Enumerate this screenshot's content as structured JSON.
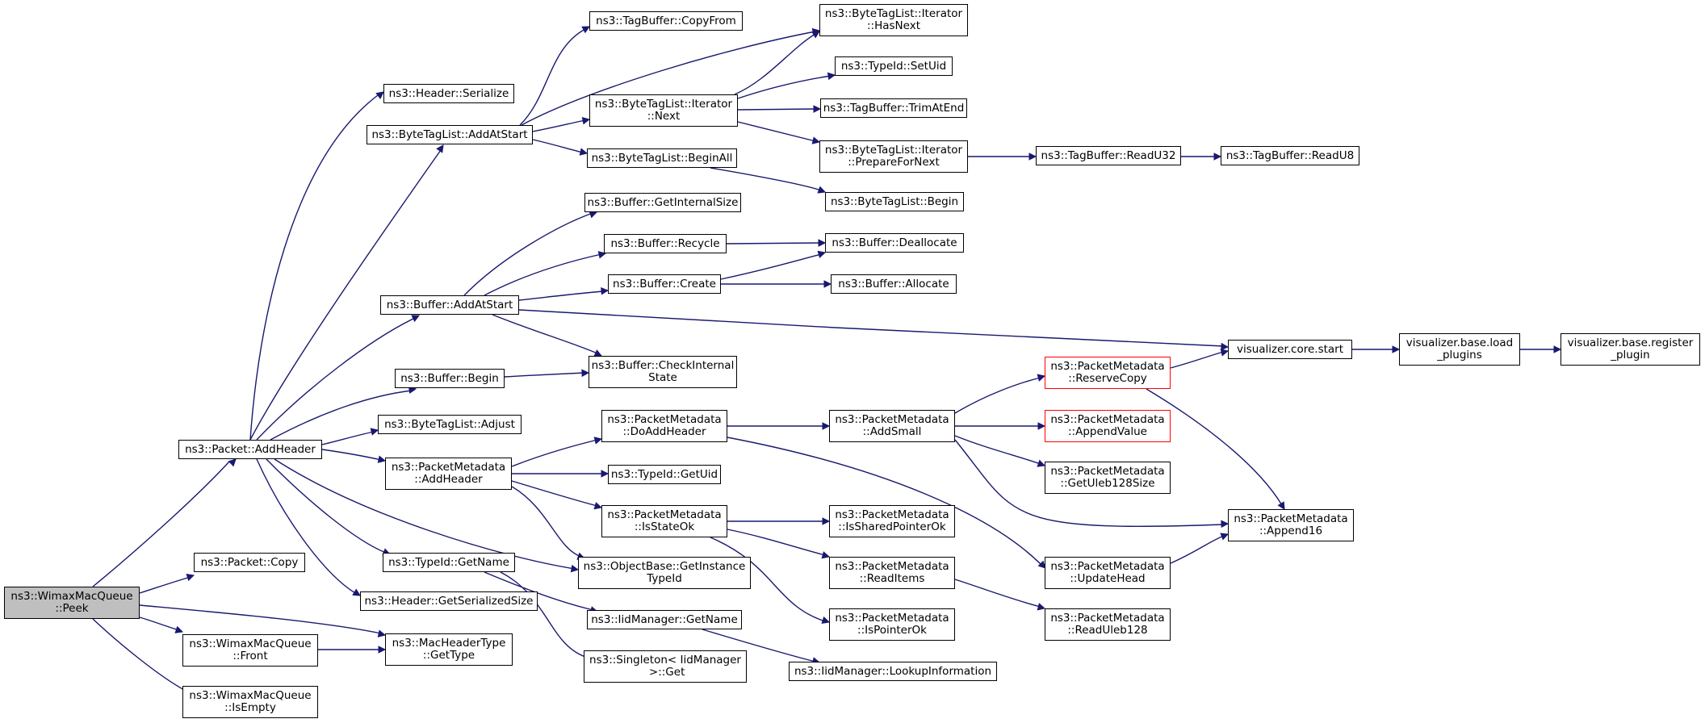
{
  "colors": {
    "edge": "#191970",
    "root_fill": "#bfbfbf",
    "node_border": "#000000",
    "incomplete_border": "#ff0000"
  },
  "nodes": {
    "peek": {
      "label": "ns3::WimaxMacQueue\n::Peek",
      "root": true
    },
    "addHeader": {
      "label": "ns3::Packet::AddHeader"
    },
    "copy": {
      "label": "ns3::Packet::Copy"
    },
    "front": {
      "label": "ns3::WimaxMacQueue\n::Front"
    },
    "isEmpty": {
      "label": "ns3::WimaxMacQueue\n::IsEmpty"
    },
    "macGetType": {
      "label": "ns3::MacHeaderType\n::GetType"
    },
    "headerSerialize": {
      "label": "ns3::Header::Serialize"
    },
    "btlAddAtStart": {
      "label": "ns3::ByteTagList::AddAtStart"
    },
    "bufAddAtStart": {
      "label": "ns3::Buffer::AddAtStart"
    },
    "bufBegin": {
      "label": "ns3::Buffer::Begin"
    },
    "btlAdjust": {
      "label": "ns3::ByteTagList::Adjust"
    },
    "pmAddHeader": {
      "label": "ns3::PacketMetadata\n::AddHeader"
    },
    "typeGetName": {
      "label": "ns3::TypeId::GetName"
    },
    "getSerSize": {
      "label": "ns3::Header::GetSerializedSize"
    },
    "tbCopyFrom": {
      "label": "ns3::TagBuffer::CopyFrom"
    },
    "itNext": {
      "label": "ns3::ByteTagList::Iterator\n::Next"
    },
    "btlBeginAll": {
      "label": "ns3::ByteTagList::BeginAll"
    },
    "itHasNext": {
      "label": "ns3::ByteTagList::Iterator\n::HasNext"
    },
    "setUid": {
      "label": "ns3::TypeId::SetUid"
    },
    "trimAtEnd": {
      "label": "ns3::TagBuffer::TrimAtEnd"
    },
    "prepNext": {
      "label": "ns3::ByteTagList::Iterator\n::PrepareForNext"
    },
    "readU32": {
      "label": "ns3::TagBuffer::ReadU32"
    },
    "readU8": {
      "label": "ns3::TagBuffer::ReadU8"
    },
    "btlBegin": {
      "label": "ns3::ByteTagList::Begin"
    },
    "getIntSize": {
      "label": "ns3::Buffer::GetInternalSize"
    },
    "recycle": {
      "label": "ns3::Buffer::Recycle"
    },
    "create": {
      "label": "ns3::Buffer::Create"
    },
    "deallocate": {
      "label": "ns3::Buffer::Deallocate"
    },
    "allocate": {
      "label": "ns3::Buffer::Allocate"
    },
    "checkInt": {
      "label": "ns3::Buffer::CheckInternal\nState"
    },
    "vizStart": {
      "label": "visualizer.core.start"
    },
    "vizLoad": {
      "label": "visualizer.base.load\n_plugins"
    },
    "vizReg": {
      "label": "visualizer.base.register\n_plugin"
    },
    "doAddHeader": {
      "label": "ns3::PacketMetadata\n::DoAddHeader"
    },
    "getUid": {
      "label": "ns3::TypeId::GetUid"
    },
    "isStateOk": {
      "label": "ns3::PacketMetadata\n::IsStateOk"
    },
    "getInstTypeId": {
      "label": "ns3::ObjectBase::GetInstance\nTypeId"
    },
    "iidGetName": {
      "label": "ns3::IidManager::GetName"
    },
    "singleton": {
      "label": "ns3::Singleton< IidManager\n >::Get"
    },
    "lookup": {
      "label": "ns3::IidManager::LookupInformation"
    },
    "addSmall": {
      "label": "ns3::PacketMetadata\n::AddSmall"
    },
    "isShared": {
      "label": "ns3::PacketMetadata\n::IsSharedPointerOk"
    },
    "readItems": {
      "label": "ns3::PacketMetadata\n::ReadItems"
    },
    "isPtrOk": {
      "label": "ns3::PacketMetadata\n::IsPointerOk"
    },
    "reserveCopy": {
      "label": "ns3::PacketMetadata\n::ReserveCopy",
      "incomplete": true
    },
    "appendValue": {
      "label": "ns3::PacketMetadata\n::AppendValue",
      "incomplete": true
    },
    "uleb128Size": {
      "label": "ns3::PacketMetadata\n::GetUleb128Size"
    },
    "updateHead": {
      "label": "ns3::PacketMetadata\n::UpdateHead"
    },
    "readUleb128": {
      "label": "ns3::PacketMetadata\n::ReadUleb128"
    },
    "append16": {
      "label": "ns3::PacketMetadata\n::Append16"
    }
  }
}
